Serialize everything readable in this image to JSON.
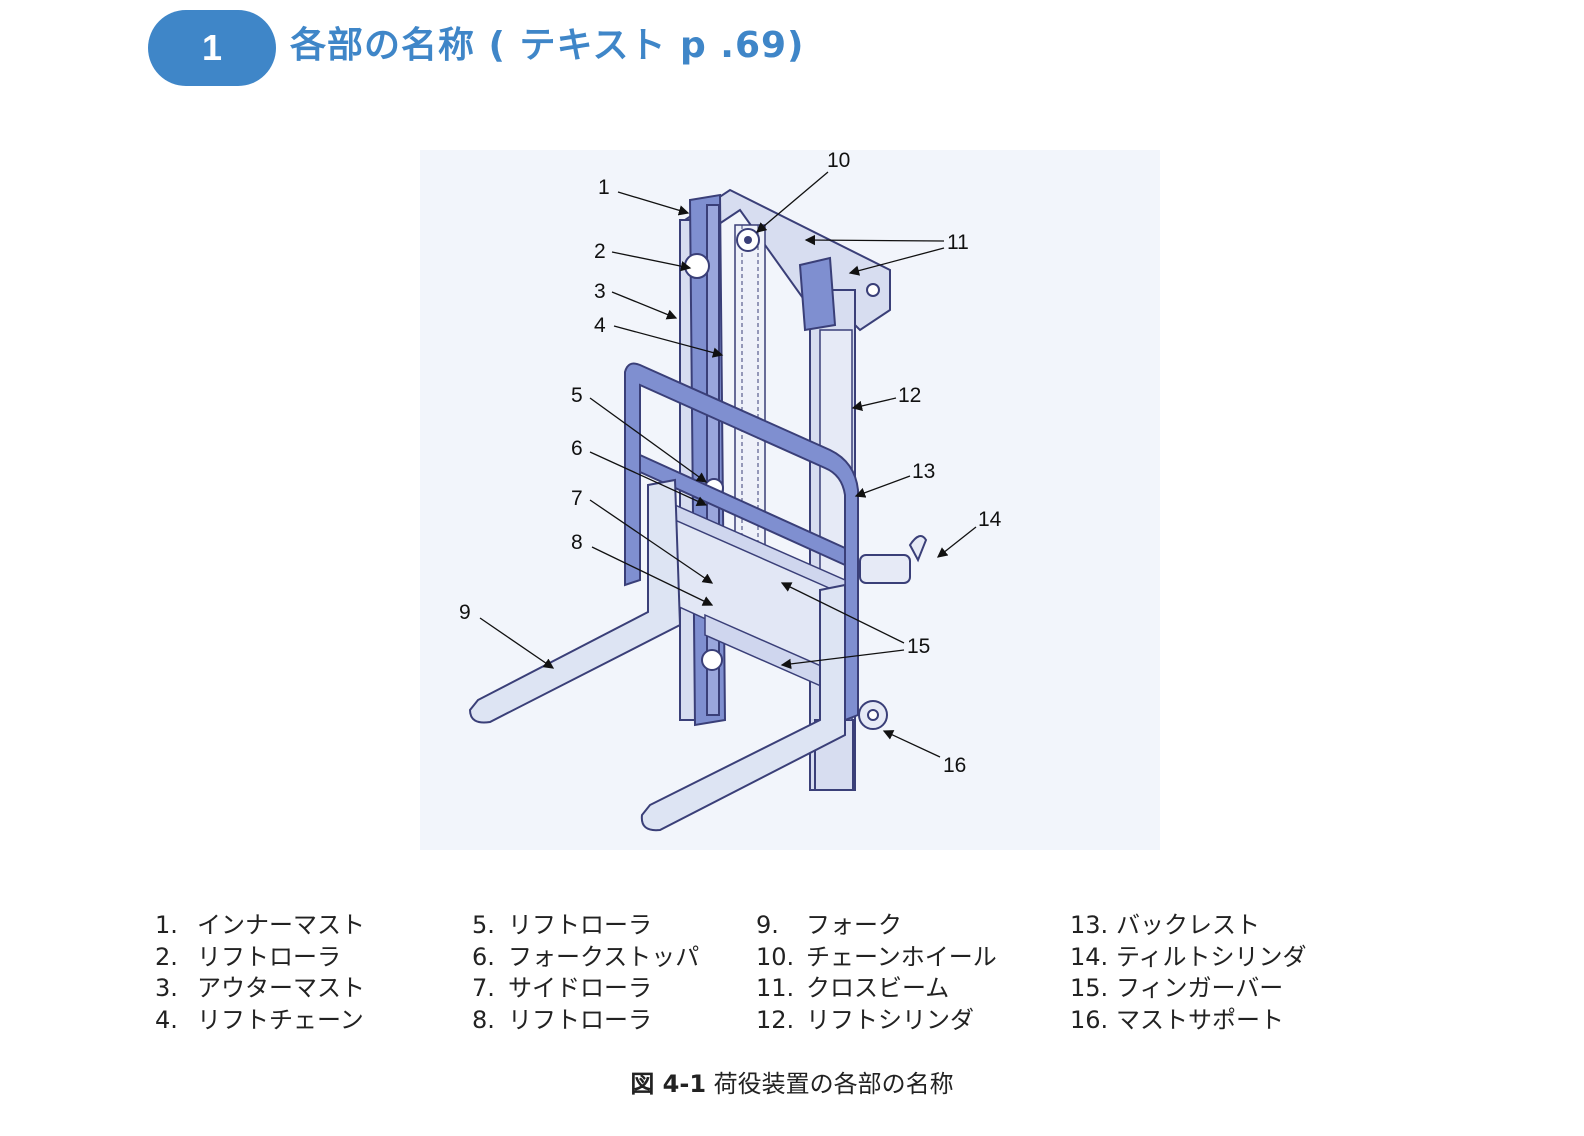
{
  "header": {
    "section_number": "1",
    "title": "各部の名称 ( テキスト p .69)"
  },
  "diagram": {
    "callouts": [
      "1",
      "2",
      "3",
      "4",
      "5",
      "6",
      "7",
      "8",
      "9",
      "10",
      "11",
      "12",
      "13",
      "14",
      "15",
      "16"
    ],
    "colors": {
      "mast_blue": "#7f8fd0",
      "mast_outline": "#3a3f78",
      "fork_fill": "#dde4f3",
      "background": "#f2f5fb"
    }
  },
  "legend": {
    "columns": [
      [
        {
          "num": "1.",
          "label": "インナーマスト"
        },
        {
          "num": "2.",
          "label": "リフトローラ"
        },
        {
          "num": "3.",
          "label": "アウターマスト"
        },
        {
          "num": "4.",
          "label": "リフトチェーン"
        }
      ],
      [
        {
          "num": "5.",
          "label": "リフトローラ"
        },
        {
          "num": "6.",
          "label": "フォークストッパ"
        },
        {
          "num": "7.",
          "label": "サイドローラ"
        },
        {
          "num": "8.",
          "label": "リフトローラ"
        }
      ],
      [
        {
          "num": "9.",
          "label": "フォーク"
        },
        {
          "num": "10.",
          "label": "チェーンホイール"
        },
        {
          "num": "11.",
          "label": "クロスビーム"
        },
        {
          "num": "12.",
          "label": "リフトシリンダ"
        }
      ],
      [
        {
          "num": "13.",
          "label": "バックレスト"
        },
        {
          "num": "14.",
          "label": "ティルトシリンダ"
        },
        {
          "num": "15.",
          "label": "フィンガーバー"
        },
        {
          "num": "16.",
          "label": "マストサポート"
        }
      ]
    ]
  },
  "caption": {
    "figure_id": "図 4-1",
    "text": "荷役装置の各部の名称"
  }
}
